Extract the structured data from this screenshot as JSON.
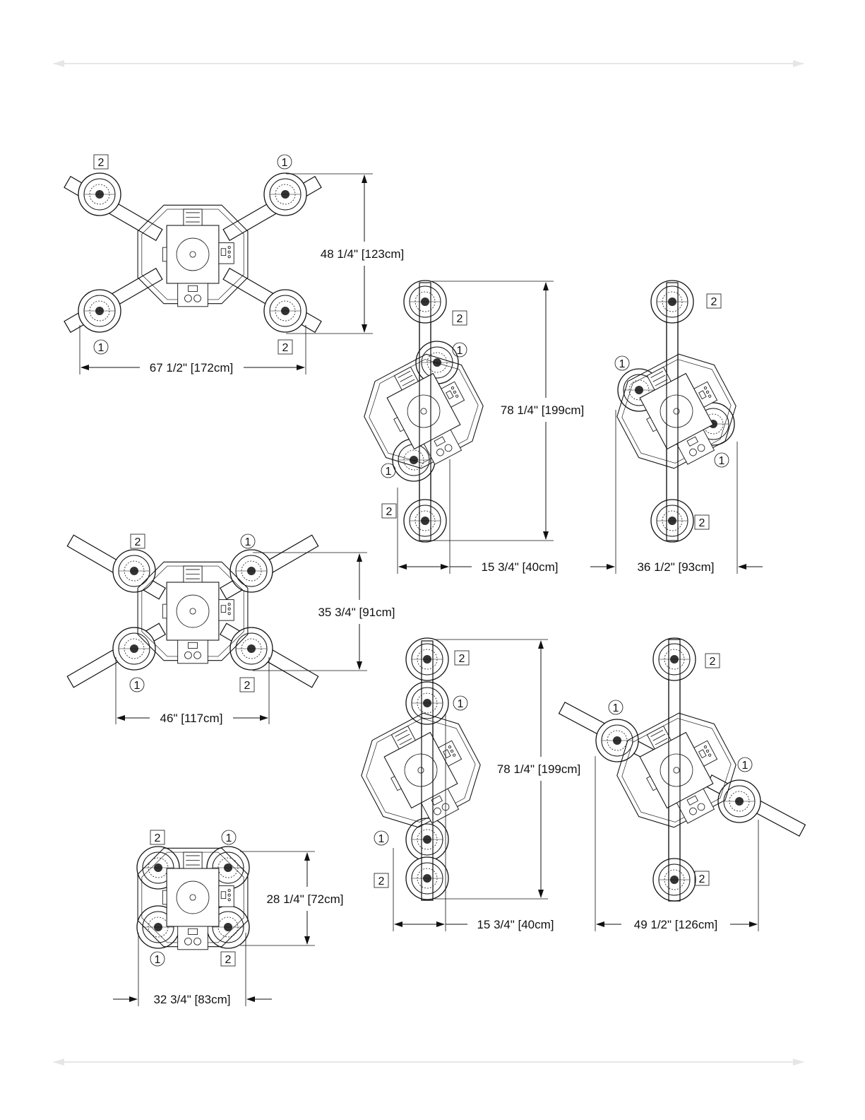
{
  "colors": {
    "ink": "#111111",
    "page_rule": "#e6e6e6",
    "background": "#ffffff"
  },
  "callouts": {
    "one": "1",
    "two": "2"
  },
  "dimensions": {
    "d1_height": "48 1/4\" [123cm]",
    "d1_width": "67 1/2\" [172cm]",
    "d2_height": "78 1/4\" [199cm]",
    "d2_width": "15 3/4\" [40cm]",
    "d3_width": "36 1/2\" [93cm]",
    "d4_height": "35 3/4\" [91cm]",
    "d4_width": "46\" [117cm]",
    "d5_height": "78 1/4\" [199cm]",
    "d5_width": "15 3/4\" [40cm]",
    "d6_width": "49 1/2\" [126cm]",
    "d7_height": "28 1/4\" [72cm]",
    "d7_width": "32 3/4\" [83cm]"
  }
}
